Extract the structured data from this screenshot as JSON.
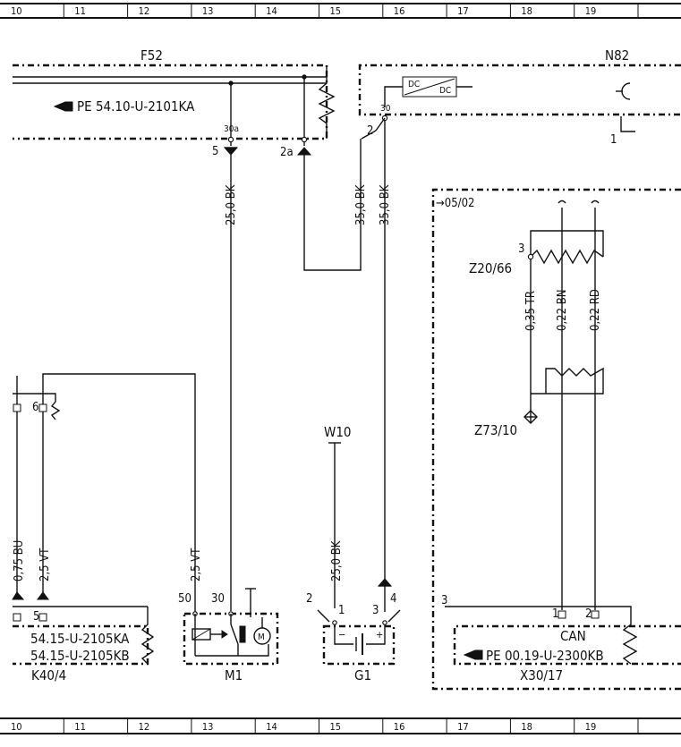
{
  "grid": {
    "columns": [
      "10",
      "11",
      "12",
      "13",
      "14",
      "15",
      "16",
      "17",
      "18",
      "19"
    ]
  },
  "components": {
    "f52": {
      "name": "F52",
      "ref": "PE 54.10-U-2101KA",
      "pin_30a": "30a",
      "pin_5": "5",
      "pin_2a": "2a"
    },
    "n82": {
      "name": "N82",
      "dc_left": "DC",
      "dc_right": "DC",
      "pin_30": "30",
      "pin_2": "2",
      "pin_1": "1"
    },
    "z20": {
      "name": "Z20/66",
      "pin": "3"
    },
    "z73": {
      "name": "Z73/10"
    },
    "w10": {
      "name": "W10"
    },
    "k40": {
      "name": "K40/4",
      "pin_6": "6",
      "pin_5": "5",
      "ref1": "54.15-U-2105KA",
      "ref2": "54.15-U-2105KB"
    },
    "m1": {
      "name": "M1",
      "pin_50": "50",
      "pin_30": "30",
      "motor": "M"
    },
    "g1": {
      "name": "G1",
      "pin_2": "2",
      "pin_1": "1",
      "pin_3": "3",
      "pin_4": "4",
      "minus": "−",
      "plus": "+"
    },
    "x30": {
      "name": "X30/17",
      "label": "CAN",
      "ref": "PE 00.19-U-2300KB",
      "pin_3": "3",
      "pin_1": "1",
      "pin_2": "2"
    },
    "area": {
      "ref": "→05/02"
    }
  },
  "wires": {
    "f52_m1": "25,0 BK",
    "f52_g1": "35,0 BK",
    "n82_g1": "35,0 BK",
    "w10_g1": "25,0 BK",
    "k40_m1": "2,5 VT",
    "k40_left": "0,75 BU",
    "k40_vt": "2,5 VT",
    "can_tr": "0,35 TR",
    "can_bn": "0,22 BN",
    "can_rd": "0,22 RD"
  }
}
